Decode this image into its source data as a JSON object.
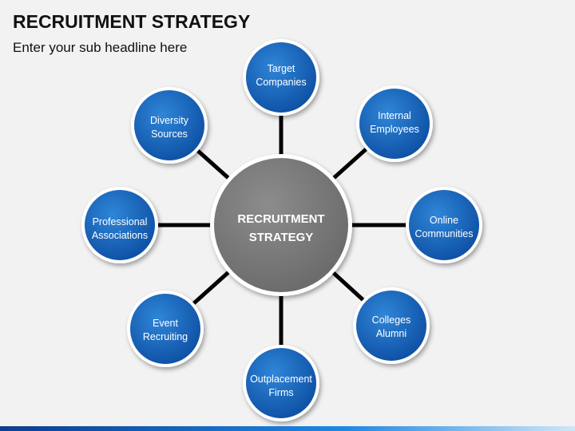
{
  "header": {
    "title": "RECRUITMENT STRATEGY",
    "subtitle": "Enter your sub headline here"
  },
  "hub": {
    "line1": "RECRUITMENT",
    "line2": "STRATEGY"
  },
  "nodes": [
    {
      "line1": "Target",
      "line2": "Companies"
    },
    {
      "line1": "Internal",
      "line2": "Employees"
    },
    {
      "line1": "Online",
      "line2": "Communities"
    },
    {
      "line1": "Colleges",
      "line2": "Alumni"
    },
    {
      "line1": "Outplacement",
      "line2": "Firms"
    },
    {
      "line1": "Event",
      "line2": "Recruiting"
    },
    {
      "line1": "Professional",
      "line2": "Associations"
    },
    {
      "line1": "Diversity",
      "line2": "Sources"
    }
  ],
  "colors": {
    "node_fill": "#1565c0",
    "hub_fill": "#7f7f7f",
    "ring": "#ffffff"
  }
}
